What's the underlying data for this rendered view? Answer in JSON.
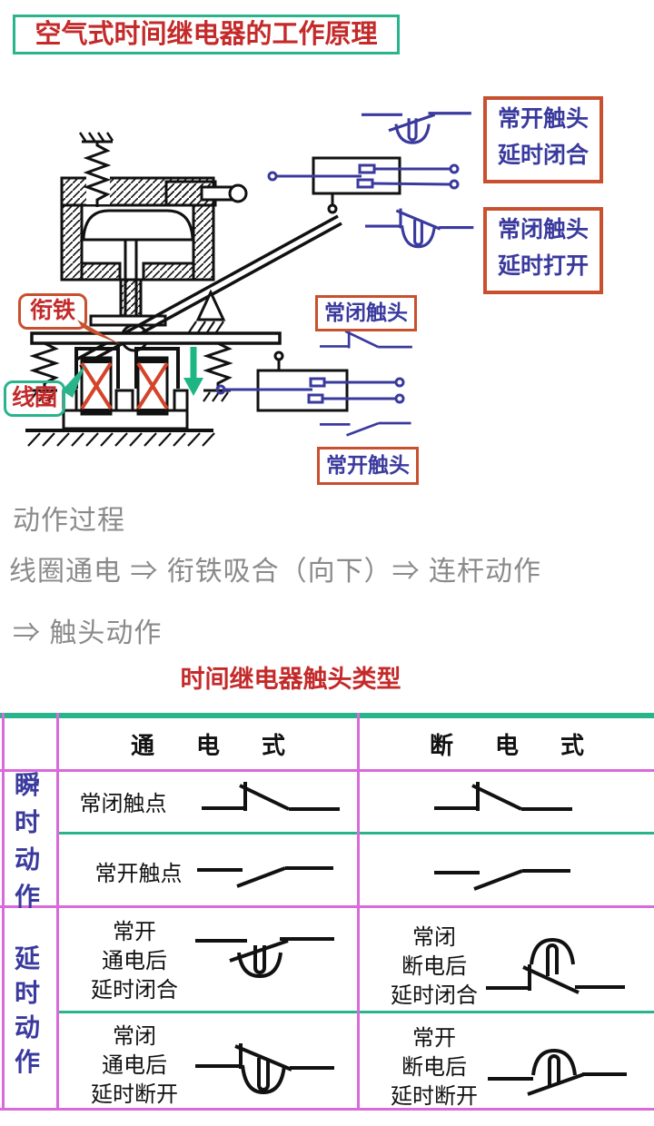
{
  "header": {
    "title": "空气式时间继电器的工作原理"
  },
  "diagram": {
    "armature_label": "衔铁",
    "coil_label": "线圈",
    "nc_contact_label": "常闭触头",
    "no_contact_label": "常开触头",
    "no_delay_close_label": "常开触头\n延时闭合",
    "nc_delay_open_label": "常闭触头\n延时打开",
    "symbols": {
      "top_right": "no-contact-delayed-closing",
      "mid_right": "nc-contact-delayed-opening",
      "nc_instant": "nc-contact",
      "no_instant": "no-contact"
    }
  },
  "process": {
    "heading": "动作过程",
    "line1": "线圈通电  ⇒ 衔铁吸合（向下）⇒   连杆动作",
    "line2": "⇒   触头动作"
  },
  "contact_table": {
    "title": "时间继电器触头类型",
    "columns": [
      "通电式",
      "断电式"
    ],
    "row_groups": [
      "瞬时动作",
      "延时动作"
    ],
    "rows": [
      {
        "label": "常闭触点",
        "left_symbol": "nc-contact",
        "right_symbol": "nc-contact"
      },
      {
        "label": "常开触点",
        "left_symbol": "no-contact",
        "right_symbol": "no-contact"
      },
      {
        "left": "常开\n通电后\n延时闭合",
        "right": "常闭\n断电后\n延时闭合",
        "left_symbol": "no-delayed-closing",
        "right_symbol": "nc-delayed-closing"
      },
      {
        "left": "常闭\n通电后\n延时断开",
        "right": "常开\n断电后\n延时断开",
        "left_symbol": "nc-delayed-opening",
        "right_symbol": "no-delayed-opening"
      }
    ]
  },
  "colors": {
    "red": "#c42a2a",
    "border-red": "#c8502e",
    "blue": "#3a3a9e",
    "teal": "#2ab48c",
    "magenta": "#d96ad9",
    "gray": "#8a8a8a"
  }
}
